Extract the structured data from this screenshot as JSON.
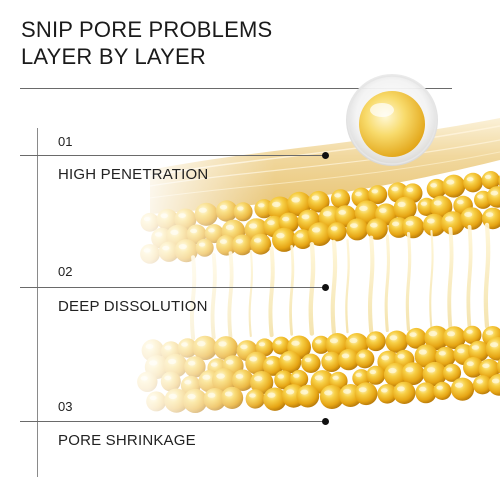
{
  "title": {
    "line1": "SNIP PORE PROBLEMS",
    "line2": "LAYER BY LAYER"
  },
  "steps": [
    {
      "number": "01",
      "label": "HIGH PENETRATION"
    },
    {
      "number": "02",
      "label": "DEEP DISSOLUTION"
    },
    {
      "number": "03",
      "label": "PORE SHRINKAGE"
    }
  ],
  "colors": {
    "beadLight": "#fbe27a",
    "beadMid": "#f0b823",
    "beadDark": "#c98a0c",
    "skinTop": "#f3dca6",
    "line": "#6a6a6a"
  }
}
